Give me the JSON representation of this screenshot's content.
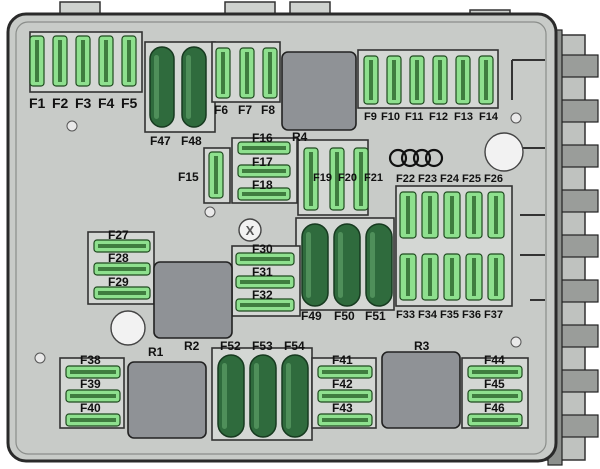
{
  "diagram": {
    "fuses": {
      "F1": "F1",
      "F2": "F2",
      "F3": "F3",
      "F4": "F4",
      "F5": "F5",
      "F6": "F6",
      "F7": "F7",
      "F8": "F8",
      "F9": "F9",
      "F10": "F10",
      "F11": "F11",
      "F12": "F12",
      "F13": "F13",
      "F14": "F14",
      "F15": "F15",
      "F16": "F16",
      "F17": "F17",
      "F18": "F18",
      "F19": "F19",
      "F20": "F20",
      "F21": "F21",
      "F22": "F22",
      "F23": "F23",
      "F24": "F24",
      "F25": "F25",
      "F26": "F26",
      "F27": "F27",
      "F28": "F28",
      "F29": "F29",
      "F30": "F30",
      "F31": "F31",
      "F32": "F32",
      "F33": "F33",
      "F34": "F34",
      "F35": "F35",
      "F36": "F36",
      "F37": "F37",
      "F38": "F38",
      "F39": "F39",
      "F40": "F40",
      "F41": "F41",
      "F42": "F42",
      "F43": "F43",
      "F44": "F44",
      "F45": "F45",
      "F46": "F46",
      "F47": "F47",
      "F48": "F48",
      "F49": "F49",
      "F50": "F50",
      "F51": "F51",
      "F52": "F52",
      "F53": "F53",
      "F54": "F54"
    },
    "relays": {
      "R1": "R1",
      "R2": "R2",
      "R3": "R3",
      "R4": "R4"
    },
    "colors": {
      "housing": "#c8cbc8",
      "fuse_green": "#8ee08e",
      "maxi_fuse_green": "#2f6b3d",
      "relay_gray": "#8f9296"
    }
  }
}
